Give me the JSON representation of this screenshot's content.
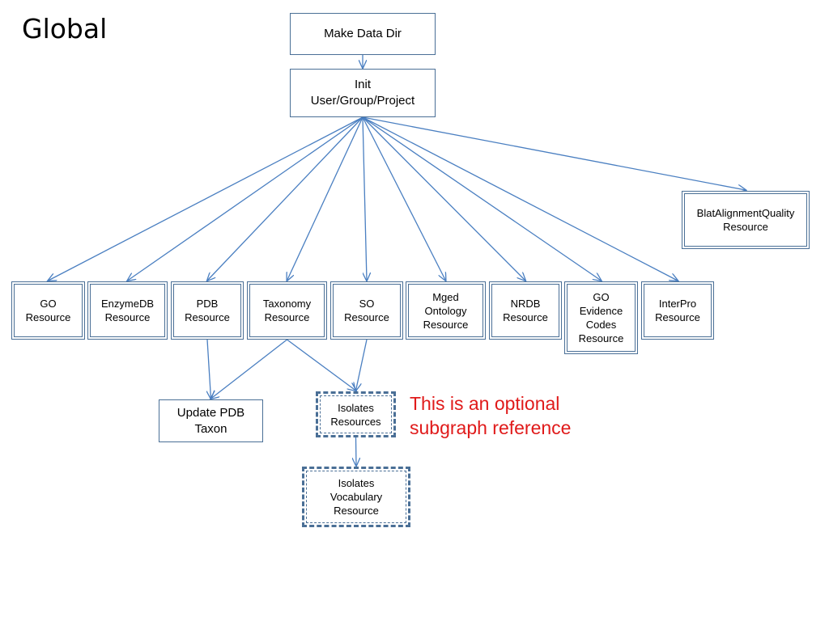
{
  "title": "Global",
  "note": "This is an optional\nsubgraph reference",
  "colors": {
    "border": "#4a6f96",
    "connector": "#4a7fc1",
    "note": "#e01a1a"
  },
  "nodes": {
    "make_data_dir": "Make Data Dir",
    "init": "Init\nUser/Group/Project",
    "blat": "BlatAlignmentQuality\nResource",
    "go": "GO\nResource",
    "enzymedb": "EnzymeDB\nResource",
    "pdb": "PDB\nResource",
    "taxonomy": "Taxonomy\nResource",
    "so": "SO\nResource",
    "mged": "Mged\nOntology\nResource",
    "nrdb": "NRDB\nResource",
    "go_evidence": "GO\nEvidence\nCodes\nResource",
    "interpro": "InterPro\nResource",
    "update_pdb": "Update PDB\nTaxon",
    "isolates_resources": "Isolates\nResources",
    "isolates_vocab": "Isolates\nVocabulary\nResource"
  },
  "edges": [
    [
      "make_data_dir",
      "init"
    ],
    [
      "init",
      "go"
    ],
    [
      "init",
      "enzymedb"
    ],
    [
      "init",
      "pdb"
    ],
    [
      "init",
      "taxonomy"
    ],
    [
      "init",
      "so"
    ],
    [
      "init",
      "mged"
    ],
    [
      "init",
      "nrdb"
    ],
    [
      "init",
      "go_evidence"
    ],
    [
      "init",
      "interpro"
    ],
    [
      "init",
      "blat"
    ],
    [
      "pdb",
      "update_pdb"
    ],
    [
      "taxonomy",
      "update_pdb"
    ],
    [
      "taxonomy",
      "isolates_resources"
    ],
    [
      "so",
      "isolates_resources"
    ],
    [
      "isolates_resources",
      "isolates_vocab"
    ]
  ]
}
